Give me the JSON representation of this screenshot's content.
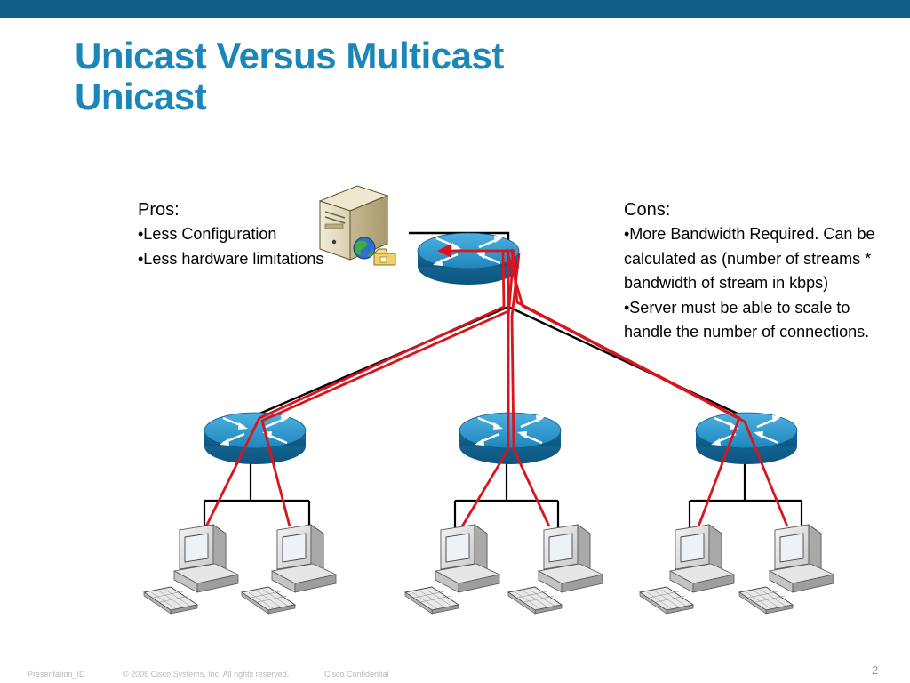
{
  "header": {
    "bar_color": "#0f5e85"
  },
  "title": {
    "line1": "Unicast Versus Multicast",
    "line2": "Unicast",
    "color": "#1a87b8"
  },
  "pros": {
    "heading": "Pros:",
    "items": [
      "•Less Configuration",
      "•Less hardware limitations"
    ]
  },
  "cons": {
    "heading": "Cons:",
    "lines": [
      "•More Bandwidth Required. Can be",
      "calculated as (number of streams *",
      "bandwidth of stream in kbps)",
      "•Server must be able to scale to",
      "handle the number of connections."
    ]
  },
  "diagram": {
    "nodes": {
      "server": "server-icon",
      "core_router": "router-icon",
      "edge_routers": [
        "router-icon",
        "router-icon",
        "router-icon"
      ],
      "hosts": [
        "workstation-icon",
        "workstation-icon",
        "workstation-icon",
        "workstation-icon",
        "workstation-icon",
        "workstation-icon"
      ]
    },
    "colors": {
      "router": "#1b84b9",
      "stream": "#d9141c",
      "link": "#000000"
    }
  },
  "footer": {
    "presentation_id": "Presentation_ID",
    "copyright": "© 2006 Cisco Systems, Inc. All rights reserved.",
    "confidential": "Cisco Confidential",
    "page": "2"
  }
}
